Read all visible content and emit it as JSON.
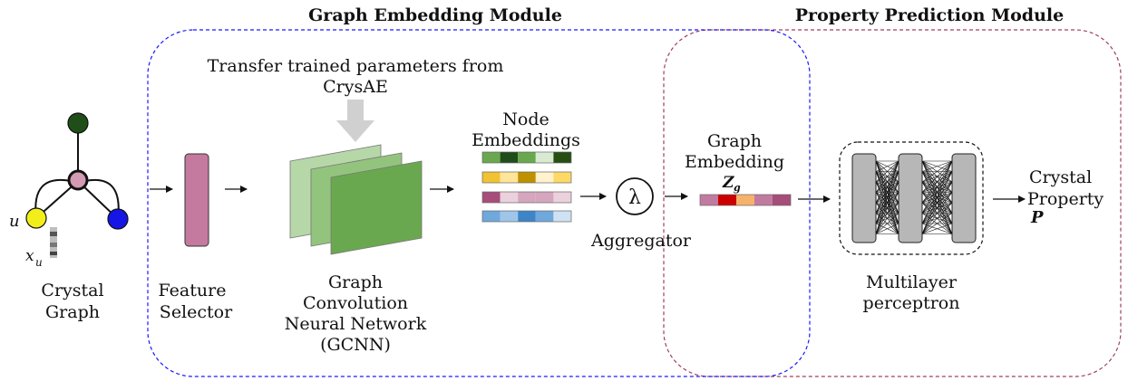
{
  "modules": {
    "graph_embedding_title": "Graph Embedding Module",
    "property_prediction_title": "Property Prediction Module"
  },
  "transfer": {
    "line1": "Transfer trained parameters from",
    "line2": "CrysAE"
  },
  "crystal_graph": {
    "node_label_u": "u",
    "feature_label_x": "x",
    "feature_label_sub": "u",
    "label_line1": "Crystal",
    "label_line2": "Graph",
    "node_colors": {
      "top": "#1f4e18",
      "center": "#d49ab4",
      "left": "#f2ee1a",
      "right": "#1515e6"
    }
  },
  "feature_selector": {
    "label_line1": "Feature",
    "label_line2": "Selector",
    "color": "#c47a9e"
  },
  "gcnn": {
    "label_line1": "Graph",
    "label_line2": "Convolution",
    "label_line3": "Neural Network",
    "label_line4": "(GCNN)"
  },
  "node_embeddings": {
    "label_line1": "Node",
    "label_line2": "Embeddings",
    "rows": [
      [
        "#6aa84f",
        "#1f4e18",
        "#6aa84f",
        "#d9ead3",
        "#274e13"
      ],
      [
        "#f1c232",
        "#ffe599",
        "#bf9000",
        "#fff2cc",
        "#ffd966"
      ],
      [
        "#a64d79",
        "#ead1dc",
        "#d5a6bd",
        "#d5a6bd",
        "#ead1dc"
      ],
      [
        "#6fa8dc",
        "#9fc5e8",
        "#3d85c6",
        "#6fa8dc",
        "#cfe2f3"
      ]
    ]
  },
  "aggregator": {
    "symbol": "λ",
    "label": "Aggregator"
  },
  "graph_embedding": {
    "label_line1": "Graph",
    "label_line2": "Embedding",
    "symbol": "Z",
    "symbol_sub": "g",
    "cells": [
      "#c27ba0",
      "#cc0000",
      "#f6b26b",
      "#c27ba0",
      "#a64d79"
    ]
  },
  "mlp": {
    "label_line1": "Multilayer",
    "label_line2": "perceptron"
  },
  "output": {
    "label_line1": "Crystal",
    "label_line2": "Property",
    "symbol": "P"
  },
  "colors": {
    "graph_module_border": "#1a1aff",
    "property_module_border": "#a0405a",
    "transfer_arrow": "#d0d0d0",
    "gcnn_back": "#b6d7a8",
    "gcnn_mid": "#93c47d",
    "gcnn_front": "#6aa84f"
  }
}
